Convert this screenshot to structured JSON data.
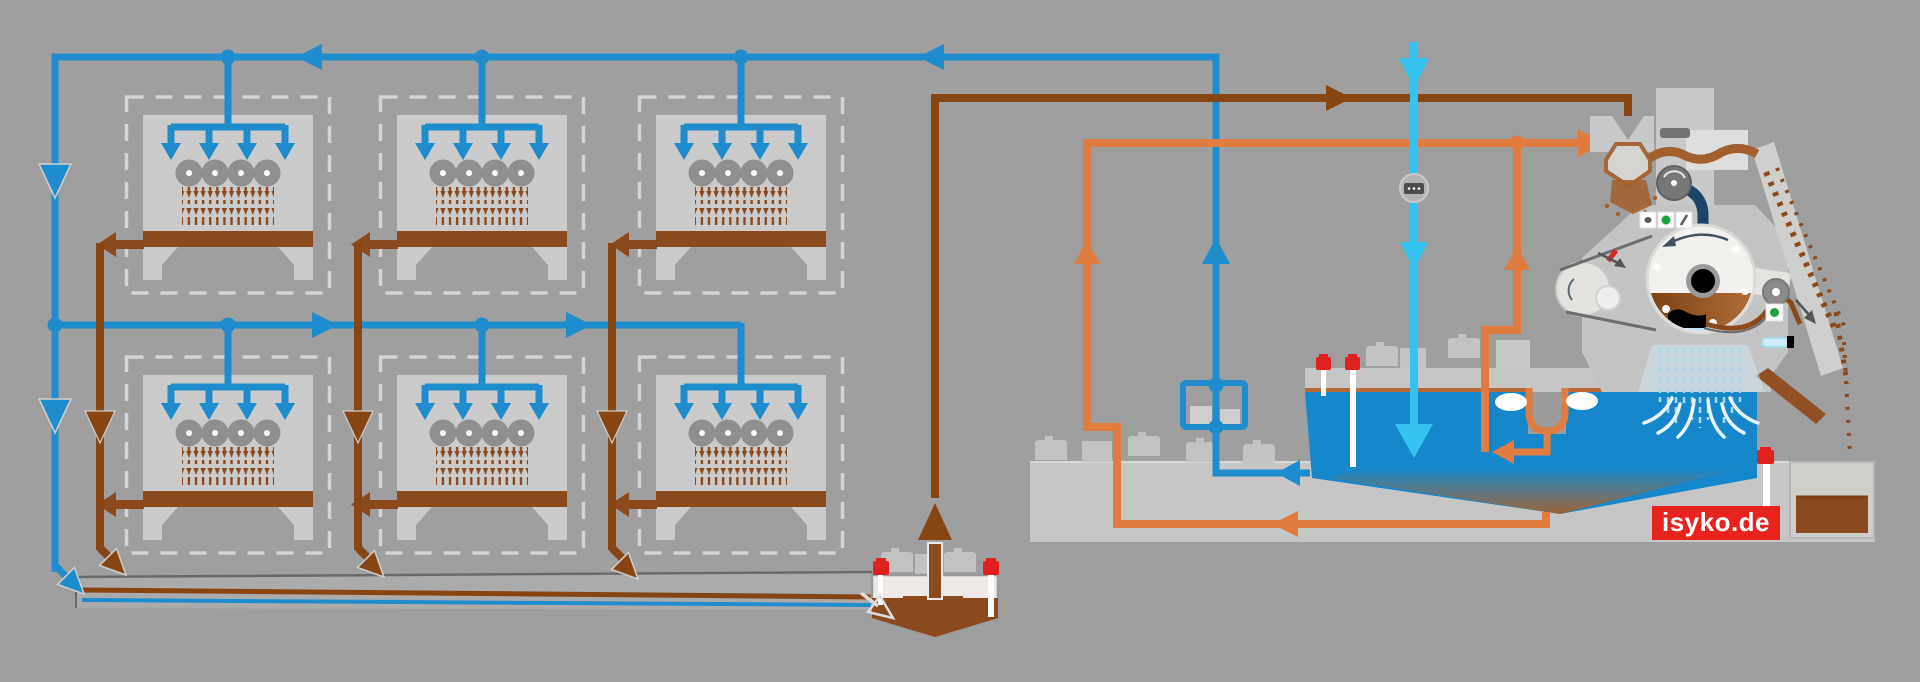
{
  "branding": {
    "label": "isyko.de"
  },
  "machines": {
    "count": 6,
    "rollers_per_machine": 4,
    "spray_nozzles_per_machine": 4
  },
  "palette": {
    "bg": "#9f9f9f",
    "pipe-blue": "#1e8ccd",
    "pipe-cyan": "#35c4ef",
    "pipe-brown": "#874514",
    "pipe-orange": "#e07c3d",
    "pipe-navy": "#1d4468",
    "water": "#1787cb",
    "sludge": "#8a4a1d",
    "machine-gray": "#cbcbcb",
    "panel-gray": "#c6c6c6",
    "dashed-gray": "#d4d4d4",
    "alert-red": "#e02120",
    "ok-green": "#1fa040",
    "label-red": "#e8231d",
    "label-text": "#ffffff"
  },
  "icons": {
    "flow_meter": "water-meter-icon",
    "status_tiles": [
      "power-dot-icon",
      "green-status-icon",
      "percent-slash-icon",
      "green-status-icon"
    ],
    "signal_lamps": "red-lamp-icon"
  }
}
